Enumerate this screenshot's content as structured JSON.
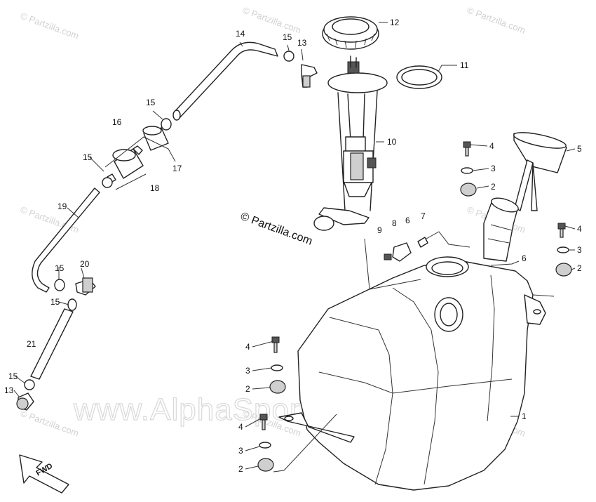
{
  "watermarks": {
    "partzilla_small": "© Partzilla.com",
    "partzilla_center": "© Partzilla.com",
    "alphasports": "www.AlphaSports.com"
  },
  "direction_label": "FWD",
  "callouts": [
    {
      "id": "c12",
      "label": "12"
    },
    {
      "id": "c11",
      "label": "11"
    },
    {
      "id": "c10",
      "label": "10"
    },
    {
      "id": "c14",
      "label": "14"
    },
    {
      "id": "c15a",
      "label": "15"
    },
    {
      "id": "c13a",
      "label": "13"
    },
    {
      "id": "c15b",
      "label": "15"
    },
    {
      "id": "c16",
      "label": "16"
    },
    {
      "id": "c17",
      "label": "17"
    },
    {
      "id": "c15c",
      "label": "15"
    },
    {
      "id": "c18",
      "label": "18"
    },
    {
      "id": "c19",
      "label": "19"
    },
    {
      "id": "c20",
      "label": "20"
    },
    {
      "id": "c15d",
      "label": "15"
    },
    {
      "id": "c15e",
      "label": "15"
    },
    {
      "id": "c21",
      "label": "21"
    },
    {
      "id": "c15f",
      "label": "15"
    },
    {
      "id": "c13b",
      "label": "13"
    },
    {
      "id": "c4a",
      "label": "4"
    },
    {
      "id": "c3a",
      "label": "3"
    },
    {
      "id": "c2a",
      "label": "2"
    },
    {
      "id": "c5",
      "label": "5"
    },
    {
      "id": "c9",
      "label": "9"
    },
    {
      "id": "c8",
      "label": "8"
    },
    {
      "id": "c6a",
      "label": "6"
    },
    {
      "id": "c7",
      "label": "7"
    },
    {
      "id": "c6b",
      "label": "6"
    },
    {
      "id": "c4b",
      "label": "4"
    },
    {
      "id": "c3b",
      "label": "3"
    },
    {
      "id": "c2b",
      "label": "2"
    },
    {
      "id": "c4c",
      "label": "4"
    },
    {
      "id": "c3c",
      "label": "3"
    },
    {
      "id": "c2c",
      "label": "2"
    },
    {
      "id": "c4d",
      "label": "4"
    },
    {
      "id": "c3d",
      "label": "3"
    },
    {
      "id": "c2d",
      "label": "2"
    },
    {
      "id": "c1",
      "label": "1"
    }
  ]
}
